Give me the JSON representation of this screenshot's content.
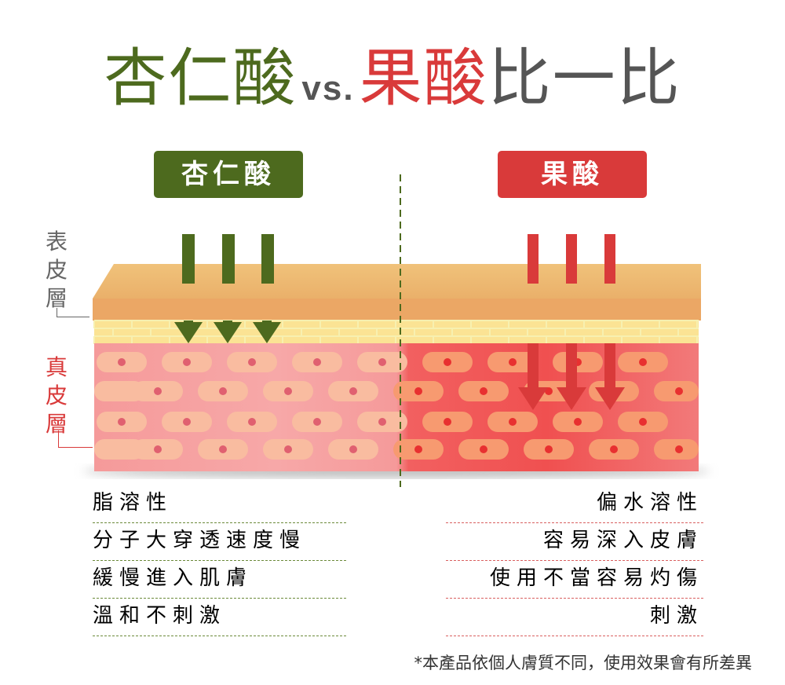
{
  "title": {
    "part1": "杏仁酸",
    "vs": "vs.",
    "part2": "果酸",
    "part3": "比一比"
  },
  "badges": {
    "left": "杏仁酸",
    "right": "果酸"
  },
  "layers": {
    "epidermis": "表皮層",
    "dermis": "真皮層"
  },
  "left_list": [
    "脂溶性",
    "分子大穿透速度慢",
    "緩慢進入肌膚",
    "溫和不刺激"
  ],
  "right_list": [
    "偏水溶性",
    "容易深入皮膚",
    "使用不當容易灼傷",
    "刺激"
  ],
  "note": "*本產品依個人膚質不同，使用效果會有所差異",
  "colors": {
    "green": "#4d6a1e",
    "red": "#d93a3a"
  }
}
